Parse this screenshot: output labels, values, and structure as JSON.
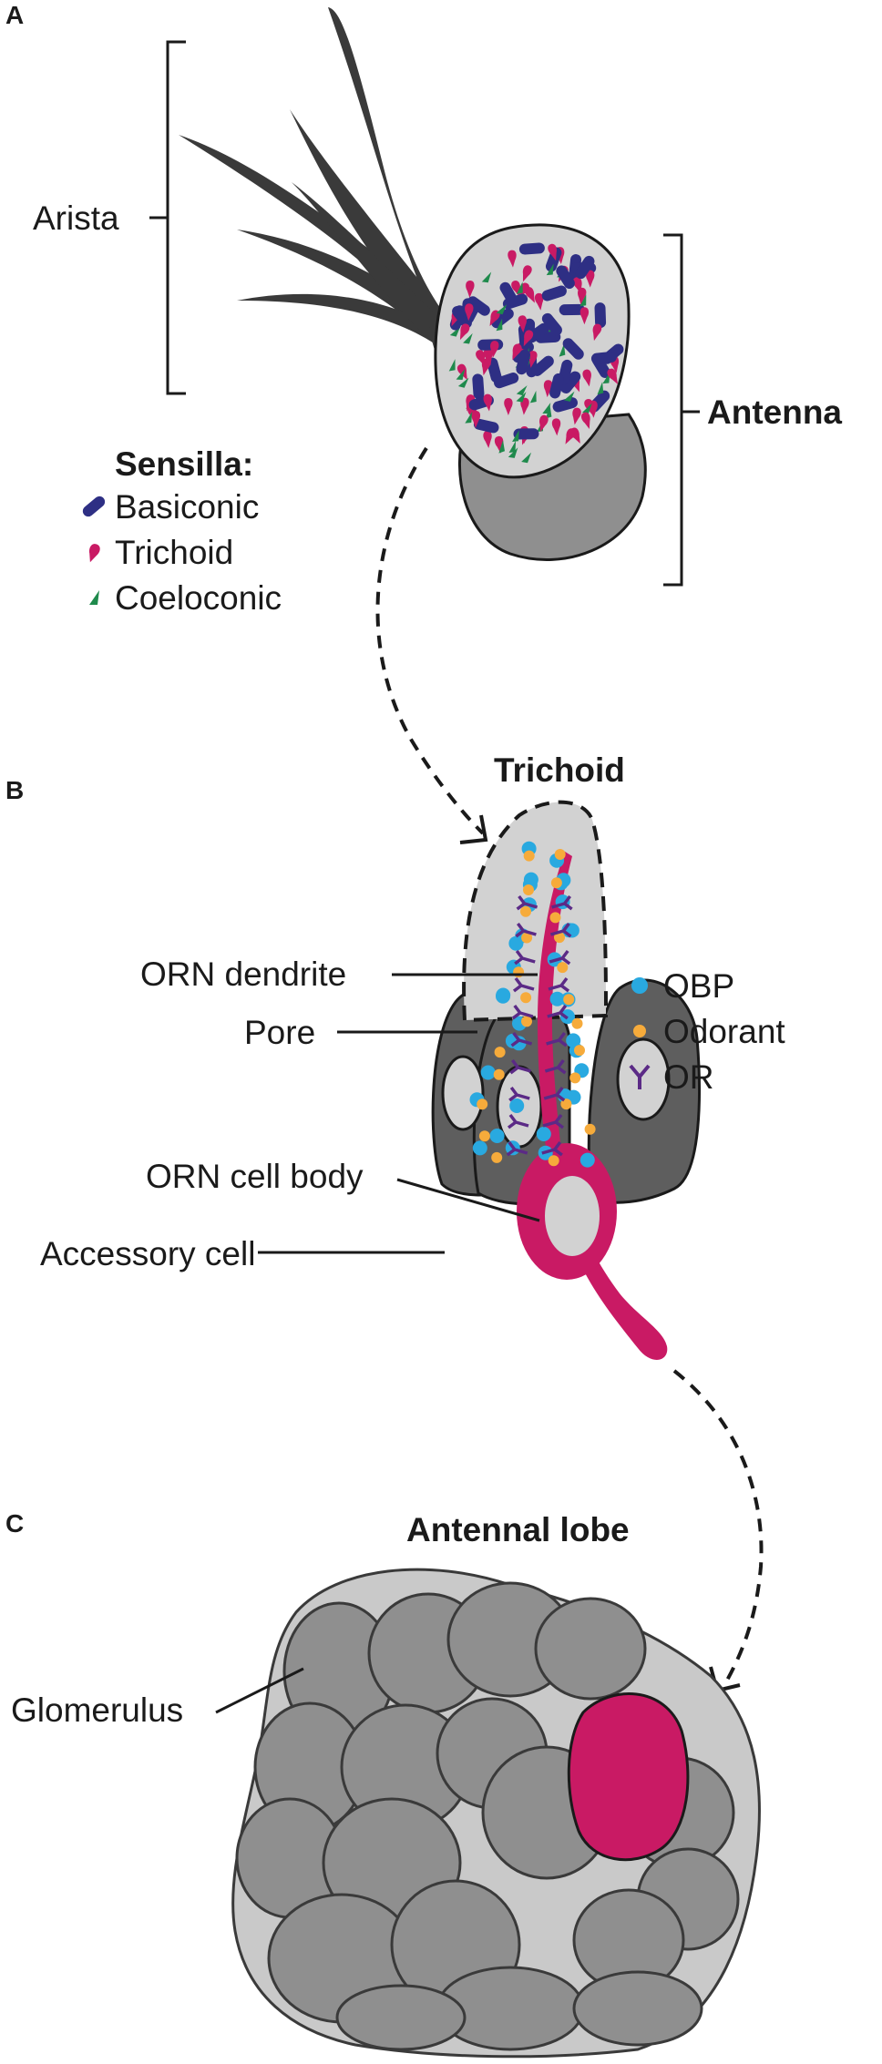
{
  "panels": {
    "a": "A",
    "b": "B",
    "c": "C"
  },
  "panel_a": {
    "arista_label": "Arista",
    "antenna_label": "Antenna",
    "legend": {
      "title": "Sensilla:",
      "items": [
        {
          "label": "Basiconic",
          "color": "#2e2f84",
          "icon": "capsule-icon"
        },
        {
          "label": "Trichoid",
          "color": "#c91a64",
          "icon": "teardrop-icon"
        },
        {
          "label": "Coeloconic",
          "color": "#1f8a4c",
          "icon": "triangle-icon"
        }
      ]
    }
  },
  "panel_b": {
    "title": "Trichoid",
    "callouts": {
      "orn_dendrite": "ORN dendrite",
      "pore": "Pore",
      "orn_cell_body": "ORN cell body",
      "accessory_cell": "Accessory cell"
    },
    "legend": [
      {
        "label": "OBP",
        "color": "#29a9e0",
        "icon": "dot-icon"
      },
      {
        "label": "Odorant",
        "color": "#f6ab3b",
        "icon": "dot-icon"
      },
      {
        "label": "OR",
        "color": "#5b2a86",
        "icon": "receptor-icon"
      }
    ]
  },
  "panel_c": {
    "title": "Antennal lobe",
    "glomerulus_label": "Glomerulus"
  },
  "colors": {
    "magenta": "#c91a64",
    "navy": "#2e2f84",
    "green": "#1f8a4c",
    "blue": "#29a9e0",
    "orange": "#f6ab3b",
    "purple": "#5b2a86",
    "dark_gray": "#3a3a3a",
    "mid_gray": "#8f8f8f",
    "light_gray": "#d2d2d2"
  }
}
